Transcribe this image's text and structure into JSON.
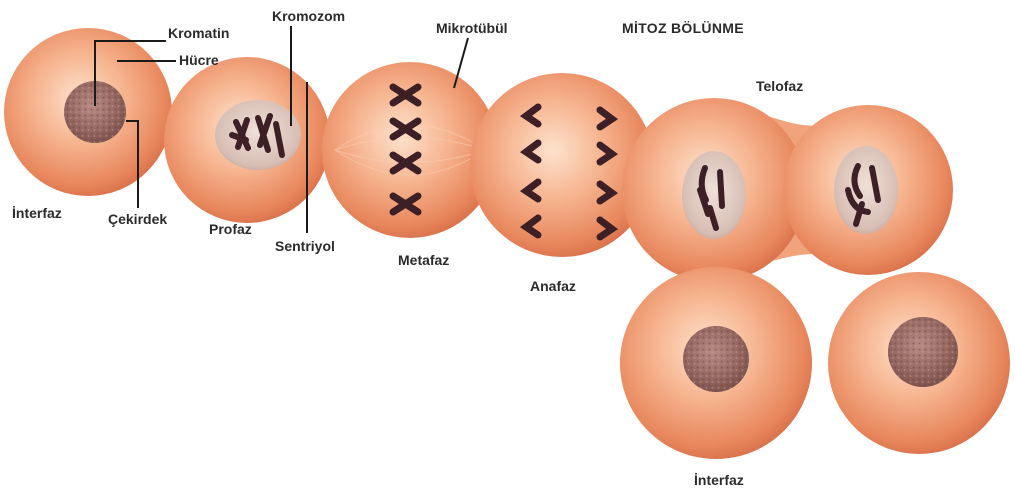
{
  "title": "MİTOZ BÖLÜNME",
  "labels": {
    "kromatin": "Kromatin",
    "hucre": "Hücre",
    "kromozom": "Kromozom",
    "mikrotubul": "Mikrotübül",
    "interfaz1": "İnterfaz",
    "cekirdek": "Çekirdek",
    "profaz": "Profaz",
    "sentriyol": "Sentriyol",
    "metafaz": "Metafaz",
    "anafaz": "Anafaz",
    "telofaz": "Telofaz",
    "interfaz2": "İnterfaz"
  },
  "colors": {
    "cell_edge": "#e07f55",
    "cell_mid": "#f3a57e",
    "cell_center": "#fcd9c0",
    "nucleus_fill": "#9c6f6a",
    "nucleus_ring": "#d9c3bd",
    "chromosome": "#3d1f26",
    "leader_line": "#1a1a1a"
  }
}
